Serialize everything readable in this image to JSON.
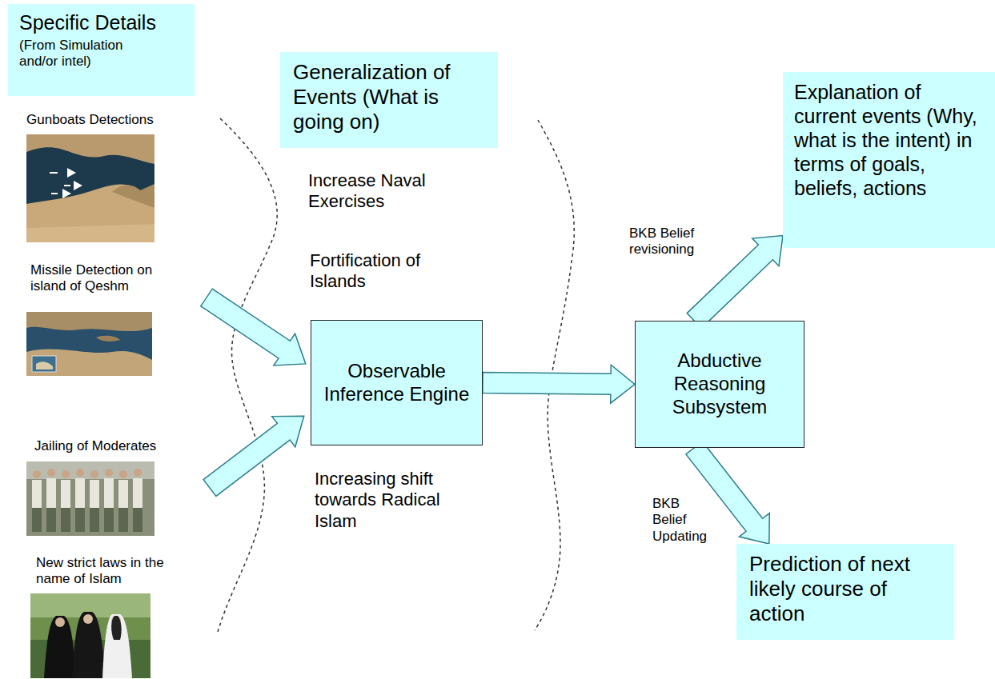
{
  "diagram": {
    "nodes": [
      {
        "text": [
          "Specific Details",
          "(From Simulation and/or intel)"
        ]
      },
      {
        "text": [
          "Generalization of Events (What is going on)"
        ]
      },
      {
        "text": [
          "Observable Inference Engine"
        ]
      },
      {
        "text": [
          "Abductive Reasoning Subsystem"
        ]
      },
      {
        "text": [
          "Explanation of current events (Why, what is the intent) in terms of goals, beliefs, actions"
        ]
      },
      {
        "text": [
          "Prediction of next likely course of action"
        ]
      }
    ],
    "edges": [
      {
        "from": 2,
        "to": 3,
        "arrow": "to"
      },
      {
        "from": 3,
        "to": 4,
        "label": "BKB Belief revisioning",
        "arrow": "to"
      },
      {
        "from": 3,
        "to": 5,
        "label": "BKB Belief Updating",
        "arrow": "to"
      }
    ],
    "labels": [
      "Gunboats Detections",
      "Missile Detection on island of Qeshm",
      "Jailing of Moderates",
      "New strict laws in the name of Islam",
      "Increase Naval Exercises",
      "Fortification of Islands",
      "Increasing shift towards Radical Islam"
    ]
  }
}
